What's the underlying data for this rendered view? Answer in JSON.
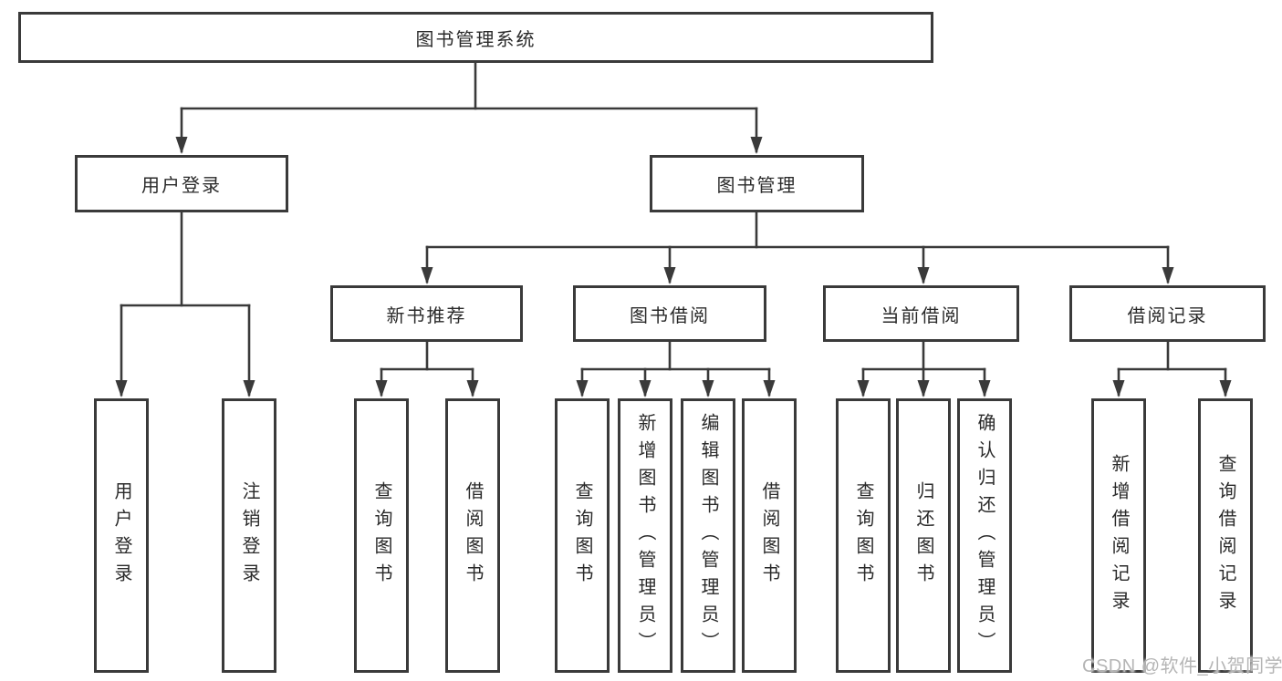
{
  "watermark": "CSDN @软件_小贺同学",
  "colors": {
    "line": "#3a3a3a",
    "box_border": "#3a3a3a",
    "text": "#2a2a2a",
    "watermark_gray": "#b5b5b5",
    "background": "#ffffff"
  },
  "tree": {
    "label": "图书管理系统",
    "children": [
      {
        "label": "用户登录",
        "children": [
          {
            "label": "用户登录"
          },
          {
            "label": "注销登录"
          }
        ]
      },
      {
        "label": "图书管理",
        "children": [
          {
            "label": "新书推荐",
            "children": [
              {
                "label": "查询图书"
              },
              {
                "label": "借阅图书"
              }
            ]
          },
          {
            "label": "图书借阅",
            "children": [
              {
                "label": "查询图书"
              },
              {
                "label": "新增图书（管理员）"
              },
              {
                "label": "编辑图书（管理员）"
              },
              {
                "label": "借阅图书"
              }
            ]
          },
          {
            "label": "当前借阅",
            "children": [
              {
                "label": "查询图书"
              },
              {
                "label": "归还图书"
              },
              {
                "label": "确认归还（管理员）"
              }
            ]
          },
          {
            "label": "借阅记录",
            "children": [
              {
                "label": "新增借阅记录"
              },
              {
                "label": "查询借阅记录"
              }
            ]
          }
        ]
      }
    ]
  }
}
